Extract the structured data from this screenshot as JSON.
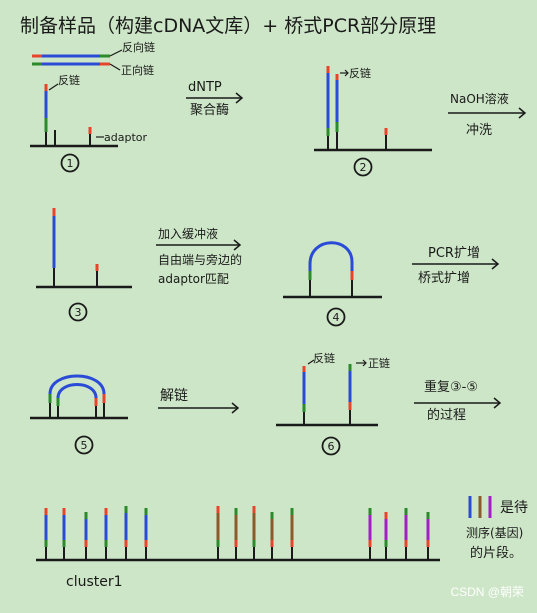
{
  "title": "制备样品（构建cDNA文库）+ 桥式PCR部分原理",
  "colors": {
    "background": "#cde6c7",
    "ink": "#1a1a1a",
    "strand_blue": "#2a4bd7",
    "adaptor_red": "#e8442c",
    "adaptor_green": "#2b8a2b",
    "insert_brown": "#8a5a2b",
    "insert_purple": "#a31fc4"
  },
  "steps": [
    {
      "number": "1",
      "labels": [
        "反向链",
        "正向链",
        "反链",
        "adaptor"
      ]
    },
    {
      "number": "2",
      "labels": [
        "反链"
      ]
    },
    {
      "number": "3",
      "labels": []
    },
    {
      "number": "4",
      "labels": []
    },
    {
      "number": "5",
      "labels": []
    },
    {
      "number": "6",
      "labels": [
        "反链",
        "正链"
      ]
    }
  ],
  "arrows": [
    {
      "top": "dNTP",
      "bottom": "聚合酶"
    },
    {
      "top": "NaOH溶液",
      "bottom": "冲洗"
    },
    {
      "top": "加入缓冲液",
      "bottom": "自由端与旁边的",
      "extra": "adaptor匹配"
    },
    {
      "top": "PCR扩增",
      "bottom": "桥式扩增"
    },
    {
      "top": "解链",
      "bottom": ""
    },
    {
      "top": "重复③-⑤",
      "bottom": "的过程"
    }
  ],
  "cluster": {
    "label": "cluster1"
  },
  "legend": {
    "lines": [
      "是待",
      "测序(基因)",
      "的片段。"
    ]
  },
  "watermark": "CSDN @朝荣"
}
